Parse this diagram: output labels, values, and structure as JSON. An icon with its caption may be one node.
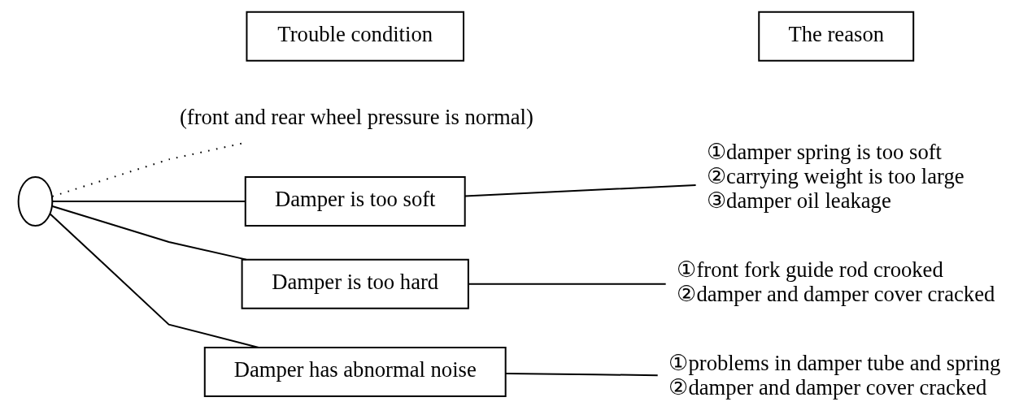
{
  "diagram": {
    "nodes": [
      {
        "text": [],
        "shape": "oval"
      },
      {
        "text": [
          "Trouble condition"
        ]
      },
      {
        "text": [
          "The reason"
        ]
      },
      {
        "text": [
          "(front and rear wheel pressure is normal)"
        ]
      },
      {
        "text": [
          "Damper is too soft"
        ]
      },
      {
        "text": [
          "①damper spring is too soft",
          "②carrying weight is too large",
          "③damper oil leakage"
        ]
      },
      {
        "text": [
          "Damper is too hard"
        ]
      },
      {
        "text": [
          "①front fork guide rod crooked",
          "②damper and damper cover cracked"
        ]
      },
      {
        "text": [
          "Damper has abnormal noise"
        ]
      },
      {
        "text": [
          "①problems in damper tube and spring",
          "②damper and damper cover cracked"
        ]
      }
    ],
    "edges": [
      {
        "from": 0,
        "to": 3,
        "arrow": "none",
        "style": "dashed"
      },
      {
        "from": 0,
        "to": 4,
        "arrow": "none"
      },
      {
        "from": 4,
        "to": 5,
        "arrow": "none"
      },
      {
        "from": 0,
        "to": 6,
        "arrow": "none"
      },
      {
        "from": 6,
        "to": 7,
        "arrow": "none"
      },
      {
        "from": 0,
        "to": 8,
        "arrow": "none"
      },
      {
        "from": 8,
        "to": 9,
        "arrow": "none"
      }
    ]
  }
}
